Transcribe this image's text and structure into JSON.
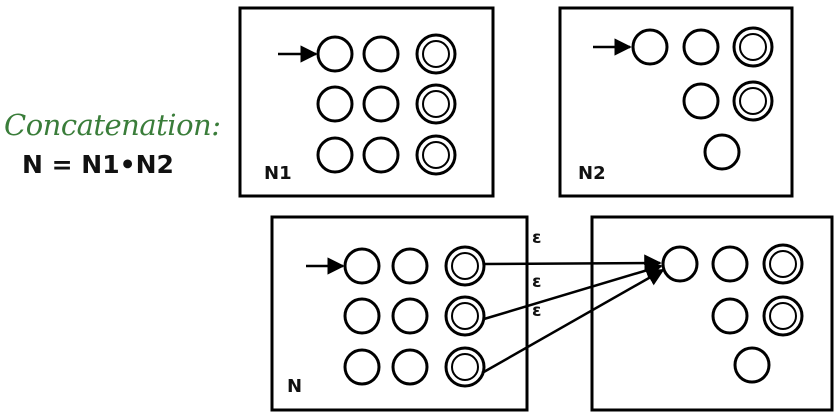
{
  "headings": {
    "concatenation": "Concatenation:",
    "formula": "N = N1•N2"
  },
  "boxes": {
    "n1_label": "N1",
    "n2_label": "N2",
    "n_label": "N"
  },
  "epsilon": {
    "top": "ε",
    "middle": "ε",
    "bottom": "ε"
  },
  "colors": {
    "heading_green": "#3a7d3a",
    "ink": "#000000"
  }
}
